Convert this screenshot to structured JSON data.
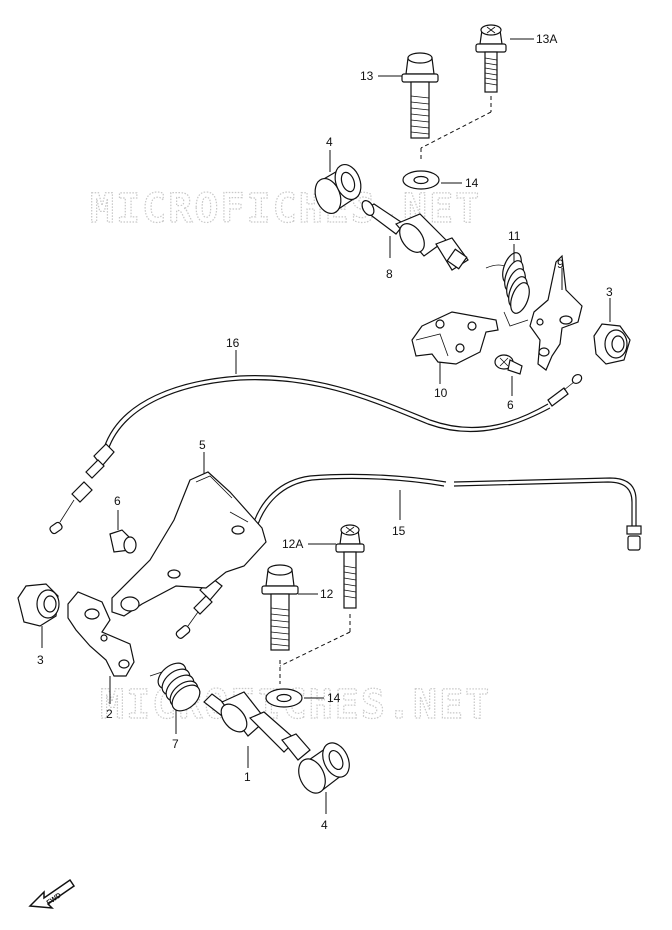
{
  "watermark": "MICROFICHES.NET",
  "fwd_label": "FWD",
  "callouts": {
    "p13a": "13A",
    "p13": "13",
    "p4_top": "4",
    "p14_top": "14",
    "p8": "8",
    "p11": "11",
    "p9": "9",
    "p3_right": "3",
    "p16": "16",
    "p10": "10",
    "p6_right": "6",
    "p5": "5",
    "p6_left": "6",
    "p15": "15",
    "p12a": "12A",
    "p12": "12",
    "p3_left": "3",
    "p2": "2",
    "p14_bottom": "14",
    "p7": "7",
    "p1": "1",
    "p4_bottom": "4"
  }
}
